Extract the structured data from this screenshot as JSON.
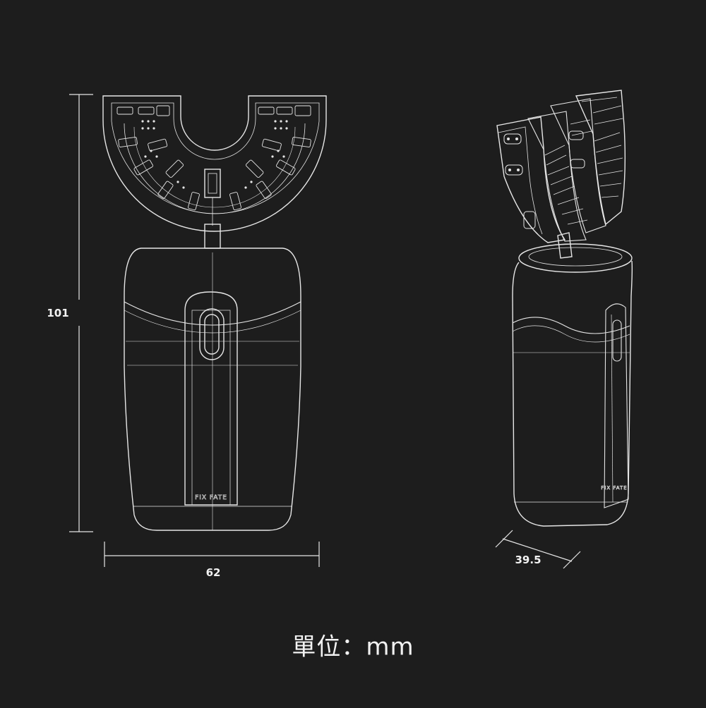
{
  "drawing": {
    "line_color": "#e6e6e6",
    "background": "#1d1d1d",
    "front_view": {
      "height_label": "101",
      "width_label": "62",
      "brand_text": "FIX FATE"
    },
    "side_view": {
      "depth_label": "39.5",
      "brand_text": "FIX FATE"
    },
    "unit_label": "單位：mm"
  }
}
